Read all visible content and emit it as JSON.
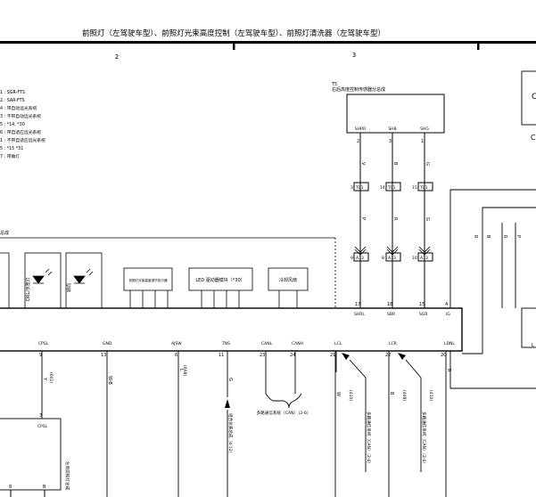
{
  "header": {
    "title": "前照灯（左驾驶车型）、前照灯光束高度控制（左驾驶车型）、前照灯清洗器（左驾驶车型）",
    "section_numbers": [
      "2",
      "3"
    ]
  },
  "legend_notes": [
    "1 : SGR-FTS",
    "2 : SAR-FTS",
    "4 : 带自动远光系统",
    "3 : 不带自动远光系统",
    "5 : *14, *30",
    "6 : 带自适应远光系统",
    "1 : 不带自适应远光系统",
    "5 : *15 *31",
    "7 : 带角灯"
  ],
  "ecu_label": "总成",
  "sensor": {
    "id": "T5",
    "name": "右后高度控制传感器分总成",
    "pins": [
      "SHRR",
      "SHB",
      "SHG"
    ],
    "pin_numbers": [
      "2",
      "3",
      "1"
    ],
    "wire_colors": [
      "V",
      "B",
      "G"
    ]
  },
  "connectors": {
    "row1": [
      "3",
      "TC1",
      "14",
      "TC1",
      "15",
      "TC1"
    ],
    "row2": [
      "9",
      "A33",
      "8",
      "A33",
      "10",
      "A33"
    ],
    "wire_colors2": [
      "P",
      "R",
      "G"
    ]
  },
  "internal_modules": {
    "drl": "DRL/示宽灯",
    "turn": "转向",
    "beam_module": "前照灯光束高度调节执行器",
    "led_driver": "LED 驱动器模块（*30）",
    "fan": "冷却风扇"
  },
  "ecu_right_pins": {
    "names": [
      "SHRL",
      "SBR",
      "SGR",
      "IG"
    ],
    "numbers": [
      "17",
      "18",
      "15",
      "4"
    ]
  },
  "ecu_bottom_pins": {
    "names": [
      "CPSL",
      "GND",
      "AJSW",
      "TNS",
      "CANL",
      "CANH",
      "LCL",
      "LCR",
      "LDNL"
    ],
    "numbers": [
      "9",
      "13",
      "6",
      "11",
      "23",
      "24",
      "21",
      "22",
      "20"
    ],
    "wire_colors": [
      "Y",
      "W-B",
      "L",
      "G",
      "",
      "",
      "W",
      "B",
      "R"
    ],
    "codes": [
      "(601)",
      "",
      "(608)",
      "",
      "",
      "",
      "(410)",
      "(408)",
      "(410)"
    ]
  },
  "right_vertical_wires": [
    "R",
    "B",
    "R",
    "P"
  ],
  "bottom_annotations": {
    "can_system": "多路通信系统（CAN）（2-6）",
    "instrument": "组合仪表总成（4-12）",
    "mpx_left": "多路通信系统（CAN）（2-6）",
    "mpx_right": "多路通信系统（CAN）（2-6）",
    "bottom_component": "左侧前照灯总成",
    "cpsl_pin": "3",
    "cpsl_name": "CPSL",
    "bottom_pins": [
      "8",
      "B"
    ]
  }
}
